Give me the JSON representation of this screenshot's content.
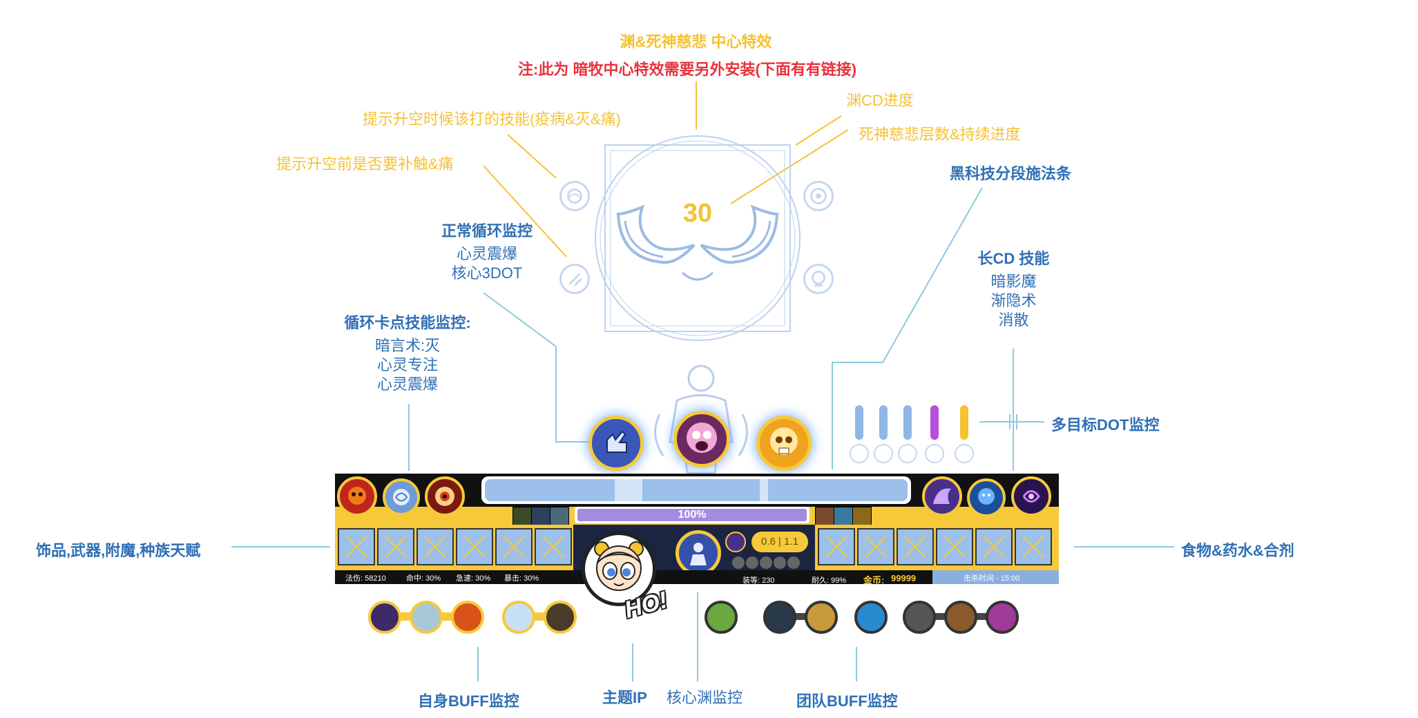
{
  "colors": {
    "accent_yellow": "#f5c230",
    "accent_blue": "#2f6fb5",
    "warning_red": "#e8323c",
    "bar_blue": "#9cc0ea",
    "panel_yellow": "#f6c93a",
    "panel_black": "#111111",
    "leader_line": "#8ec9dd"
  },
  "header": {
    "title": "渊&死神慈悲 中心特效",
    "note": "注:此为 暗牧中心特效需要另外安装(下面有有链接)"
  },
  "center_effect": {
    "counter": "30",
    "labels": {
      "void_cd": "渊CD进度",
      "reaper_stacks": "死神慈悲层数&持续进度",
      "ascend_hint": "提示升空时候该打的技能(疫病&灭&痛)",
      "pre_ascend_hint": "提示升空前是否要补触&痛"
    }
  },
  "left_labels": {
    "normal_rotation": {
      "title": "正常循环监控",
      "lines": [
        "心灵震爆",
        "核心3DOT"
      ]
    },
    "key_skills": {
      "title": "循环卡点技能监控:",
      "lines": [
        "暗言术:灭",
        "心灵专注",
        "心灵震爆"
      ]
    },
    "trinkets": "饰品,武器,附魔,种族天赋"
  },
  "right_labels": {
    "cast_bar": "黑科技分段施法条",
    "long_cd": {
      "title": "长CD 技能",
      "lines": [
        "暗影魔",
        "渐隐术",
        "消散"
      ]
    },
    "multi_dot": "多目标DOT监控",
    "consumables": "食物&药水&合剂"
  },
  "bottom_labels": {
    "self_buff": "自身BUFF监控",
    "theme_ip": "主题IP",
    "core_void": "核心渊监控",
    "team_buff": "团队BUFF监控"
  },
  "hud": {
    "power_percent": "100%",
    "cooldown_values": "0.6 | 1.1",
    "mascot_text": "HO!",
    "stats": {
      "spell_power": "法伤: 58210",
      "hit": "命中: 30%",
      "haste": "急速: 30%",
      "crit": "暴击: 30%",
      "item_level": "装等: 230",
      "durability": "耐久: 99%",
      "gold_label": "金币:",
      "gold_value": "99999",
      "kill_time": "击杀时间 - 15:00"
    }
  },
  "icons": {
    "rotation": [
      "dispel-hand-icon",
      "screaming-skull-icon",
      "golden-skull-icon"
    ],
    "left_cd": [
      "fire-skull-icon",
      "frost-swirl-icon",
      "eye-icon"
    ],
    "right_cd": [
      "shadow-fiend-icon",
      "fade-icon",
      "dispersion-icon"
    ],
    "self_buffs": [
      "shadow-wing-icon",
      "spirit-icon",
      "flame-icon",
      "crystal-icon",
      "hooded-figure-icon"
    ],
    "team_buffs": [
      "green-burst-icon",
      "dark-strike-icon",
      "golden-beast-icon",
      "water-orb-icon",
      "claw-icon",
      "warrior-icon",
      "pink-orb-icon"
    ]
  },
  "dots": [
    {
      "color": "#8fb6e6"
    },
    {
      "color": "#8fb6e6"
    },
    {
      "color": "#8fb6e6"
    },
    {
      "color": "#b54fd9"
    },
    {
      "color": "#f5c230"
    }
  ]
}
